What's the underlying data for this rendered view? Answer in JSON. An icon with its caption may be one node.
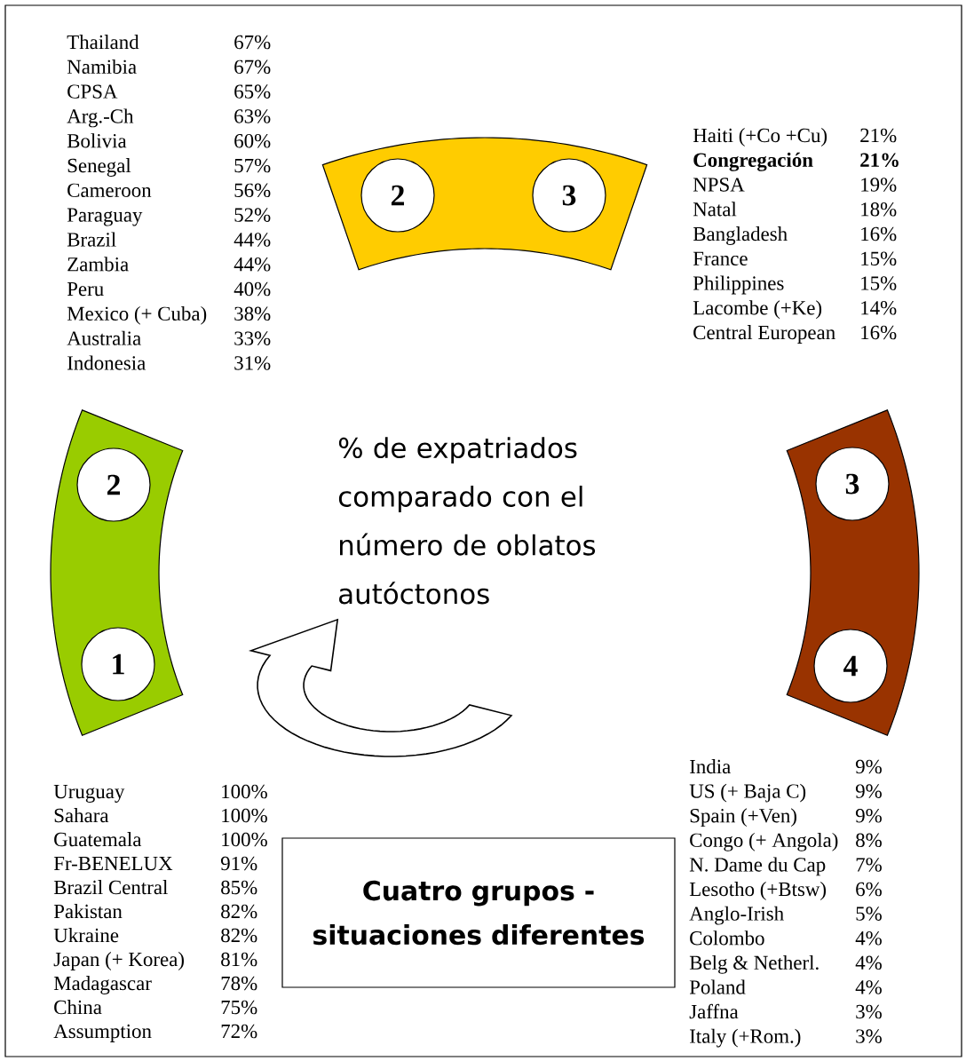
{
  "diagram": {
    "title": "% de expatriados comparado con el número de oblatos autóctonos",
    "nodes": [
      {
        "text": [],
        "shape": "band"
      },
      {
        "text": [
          "2"
        ],
        "in": 0
      },
      {
        "text": [
          "3"
        ],
        "in": 0
      },
      {
        "text": [],
        "shape": "band"
      },
      {
        "text": [
          "2"
        ],
        "in": 3
      },
      {
        "text": [
          "1"
        ],
        "in": 3
      },
      {
        "text": [],
        "shape": "band"
      },
      {
        "text": [
          "3"
        ],
        "in": 6
      },
      {
        "text": [
          "4"
        ],
        "in": 6
      },
      {
        "text": [
          "Cuatro grupos - situaciones diferentes"
        ]
      }
    ],
    "labels": [
      "Thailand",
      "67%",
      "Namibia",
      "67%",
      "CPSA",
      "65%",
      "Arg.-Ch",
      "63%",
      "Bolivia",
      "60%",
      "Senegal",
      "57%",
      "Cameroon",
      "56%",
      "Paraguay",
      "52%",
      "Brazil",
      "44%",
      "Zambia",
      "44%",
      "Peru",
      "40%",
      "Mexico (+ Cuba)",
      "38%",
      "Australia",
      "33%",
      "Indonesia",
      "31%",
      "Haiti  (+Co +Cu)",
      "21%",
      "Congregación",
      "21%",
      "NPSA",
      "19%",
      "Natal",
      "18%",
      "Bangladesh",
      "16%",
      "France",
      "15%",
      "Philippines",
      "15%",
      "Lacombe (+Ke)",
      "14%",
      "Central European",
      "16%",
      "Uruguay",
      "100%",
      "Sahara",
      "100%",
      "Guatemala",
      "100%",
      "Fr-BENELUX",
      "91%",
      "Brazil Central",
      "85%",
      "Pakistan",
      "82%",
      "Ukraine",
      "82%",
      "Japan (+ Korea)",
      "81%",
      "Madagascar",
      "78%",
      "China",
      "75%",
      "Assumption",
      "72%",
      "India",
      "9%",
      "US (+ Baja C)",
      "9%",
      "Spain (+Ven)",
      "9%",
      "Congo (+ Angola)",
      "8%",
      "N. Dame du Cap",
      "7%",
      "Lesotho (+Btsw)",
      "6%",
      "Anglo-Irish",
      "5%",
      "Colombo",
      "4%",
      "Belg & Netherl.",
      "4%",
      "Poland",
      "4%",
      "Jaffna",
      "3%",
      "Italy (+Rom.)",
      "3%"
    ]
  }
}
